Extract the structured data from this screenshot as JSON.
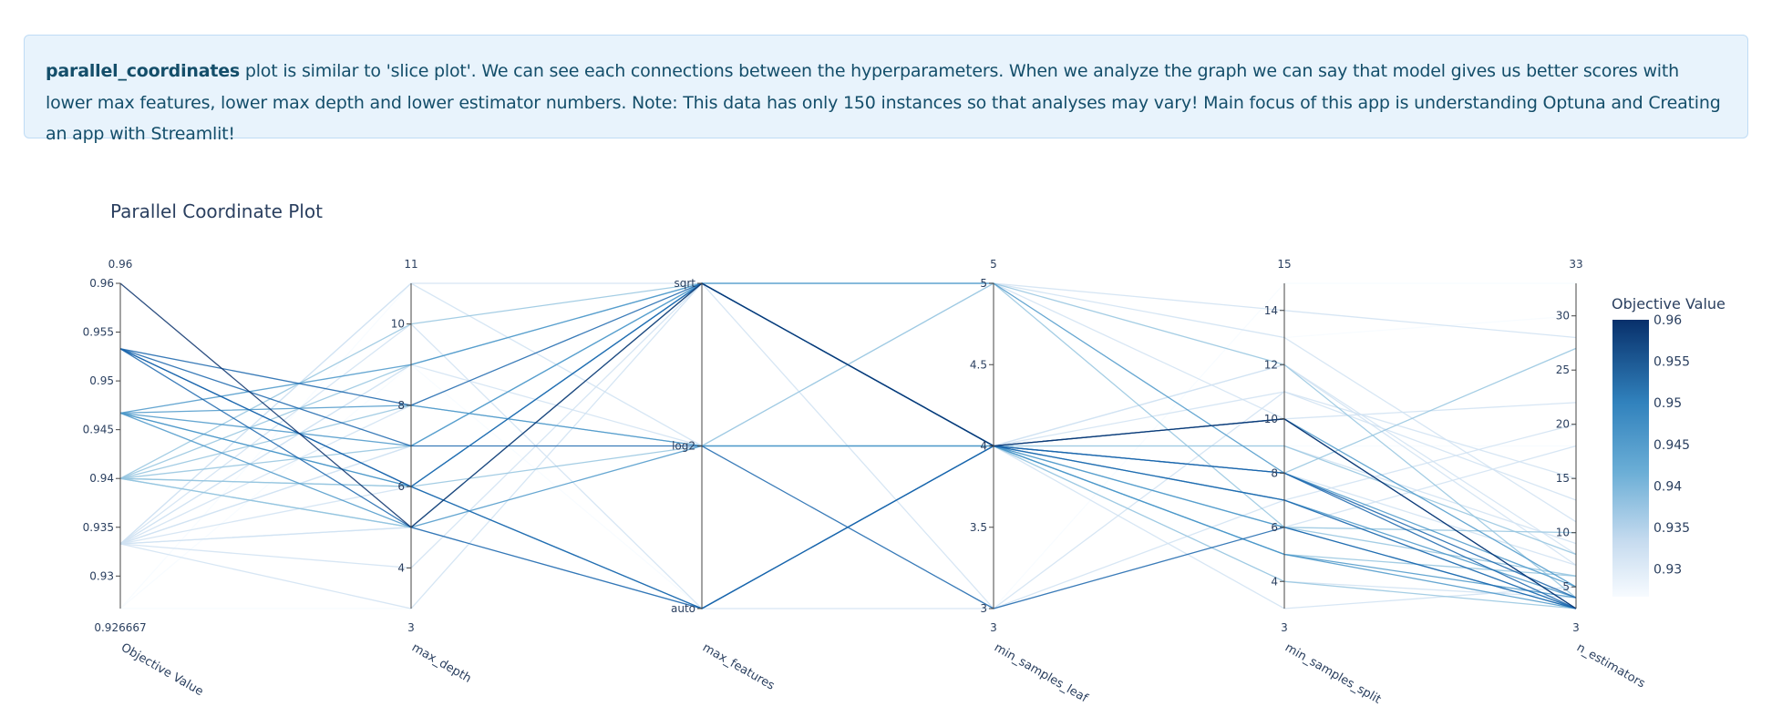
{
  "info": {
    "bold": "parallel_coordinates",
    "text": " plot is similar to 'slice plot'. We can see each connections between the hyperparameters. When we analyze the graph we can say that model gives us better scores with lower max features, lower max depth and lower estimator numbers. Note: This data has only 150 instances so that analyses may vary! Main focus of this app is understanding Optuna and Creating an app with Streamlit!"
  },
  "chart_data": {
    "type": "parallel_coordinates",
    "title": "Parallel Coordinate Plot",
    "colorbar": {
      "title": "Objective Value",
      "ticks": [
        "0.96",
        "0.955",
        "0.95",
        "0.945",
        "0.94",
        "0.935",
        "0.93"
      ],
      "range": [
        0.926667,
        0.96
      ],
      "low_color": "#f7fbff",
      "high_color": "#08306b"
    },
    "dimensions": [
      {
        "label": "Objective Value",
        "min_label": "0.926667",
        "max_label": "0.96",
        "range": [
          0.926667,
          0.96
        ],
        "ticks": [
          {
            "v": 0.93,
            "t": "0.93"
          },
          {
            "v": 0.935,
            "t": "0.935"
          },
          {
            "v": 0.94,
            "t": "0.94"
          },
          {
            "v": 0.945,
            "t": "0.945"
          },
          {
            "v": 0.95,
            "t": "0.95"
          },
          {
            "v": 0.955,
            "t": "0.955"
          },
          {
            "v": 0.96,
            "t": "0.96"
          }
        ]
      },
      {
        "label": "max_depth",
        "min_label": "3",
        "max_label": "11",
        "range": [
          3,
          11
        ],
        "ticks": [
          {
            "v": 4,
            "t": "4"
          },
          {
            "v": 6,
            "t": "6"
          },
          {
            "v": 8,
            "t": "8"
          },
          {
            "v": 10,
            "t": "10"
          }
        ]
      },
      {
        "label": "max_features",
        "min_label": "",
        "max_label": "",
        "range": [
          0,
          2
        ],
        "ticks": [
          {
            "v": 0,
            "t": "auto"
          },
          {
            "v": 1,
            "t": "log2"
          },
          {
            "v": 2,
            "t": "sqrt"
          }
        ]
      },
      {
        "label": "min_samples_leaf",
        "min_label": "3",
        "max_label": "5",
        "range": [
          3,
          5
        ],
        "ticks": [
          {
            "v": 3,
            "t": "3"
          },
          {
            "v": 3.5,
            "t": "3.5"
          },
          {
            "v": 4,
            "t": "4"
          },
          {
            "v": 4.5,
            "t": "4.5"
          },
          {
            "v": 5,
            "t": "5"
          }
        ]
      },
      {
        "label": "min_samples_split",
        "min_label": "3",
        "max_label": "15",
        "range": [
          3,
          15
        ],
        "ticks": [
          {
            "v": 4,
            "t": "4"
          },
          {
            "v": 6,
            "t": "6"
          },
          {
            "v": 8,
            "t": "8"
          },
          {
            "v": 10,
            "t": "10"
          },
          {
            "v": 12,
            "t": "12"
          },
          {
            "v": 14,
            "t": "14"
          }
        ]
      },
      {
        "label": "n_estimators",
        "min_label": "3",
        "max_label": "33",
        "range": [
          3,
          33
        ],
        "ticks": [
          {
            "v": 5,
            "t": "5"
          },
          {
            "v": 10,
            "t": "10"
          },
          {
            "v": 15,
            "t": "15"
          },
          {
            "v": 20,
            "t": "20"
          },
          {
            "v": 25,
            "t": "25"
          },
          {
            "v": 30,
            "t": "30"
          }
        ]
      }
    ],
    "trials": [
      [
        0.96,
        5,
        2,
        4,
        10,
        3
      ],
      [
        0.9533,
        8,
        2,
        4,
        10,
        3
      ],
      [
        0.9533,
        6,
        0,
        4,
        8,
        4
      ],
      [
        0.9533,
        7,
        1,
        3,
        6,
        3
      ],
      [
        0.9533,
        5,
        0,
        4,
        7,
        3
      ],
      [
        0.9533,
        6,
        2,
        4,
        8,
        3
      ],
      [
        0.9467,
        7,
        2,
        4,
        7,
        4
      ],
      [
        0.9467,
        8,
        1,
        4,
        6,
        3
      ],
      [
        0.9467,
        6,
        2,
        5,
        8,
        5
      ],
      [
        0.9467,
        5,
        1,
        4,
        10,
        5
      ],
      [
        0.9467,
        9,
        2,
        4,
        5,
        3
      ],
      [
        0.9467,
        6,
        0,
        4,
        5,
        4
      ],
      [
        0.94,
        5,
        2,
        4,
        8,
        27
      ],
      [
        0.94,
        6,
        1,
        4,
        6,
        6
      ],
      [
        0.94,
        7,
        2,
        5,
        12,
        4
      ],
      [
        0.94,
        10,
        2,
        4,
        9,
        8
      ],
      [
        0.94,
        5,
        2,
        4,
        7,
        3
      ],
      [
        0.94,
        8,
        1,
        5,
        6,
        10
      ],
      [
        0.94,
        9,
        2,
        4,
        4,
        3
      ],
      [
        0.94,
        6,
        2,
        4,
        5,
        6
      ],
      [
        0.9333,
        11,
        1,
        4,
        12,
        7
      ],
      [
        0.9333,
        7,
        2,
        3,
        11,
        15
      ],
      [
        0.9333,
        5,
        0,
        4,
        9,
        9
      ],
      [
        0.9333,
        9,
        2,
        5,
        14,
        28
      ],
      [
        0.9333,
        8,
        1,
        4,
        6,
        18
      ],
      [
        0.9333,
        4,
        2,
        4,
        3,
        5
      ],
      [
        0.9333,
        6,
        2,
        5,
        13,
        11
      ],
      [
        0.9333,
        10,
        0,
        3,
        7,
        20
      ],
      [
        0.9333,
        3,
        2,
        4,
        8,
        7
      ],
      [
        0.9333,
        9,
        1,
        5,
        10,
        22
      ],
      [
        0.9333,
        7,
        2,
        4,
        4,
        4
      ],
      [
        0.9333,
        11,
        2,
        4,
        12,
        8
      ],
      [
        0.9333,
        5,
        0,
        4,
        11,
        13
      ],
      [
        0.926667,
        11,
        1,
        3,
        15,
        33
      ],
      [
        0.926667,
        3,
        2,
        5,
        13,
        30
      ],
      [
        0.926667,
        9,
        0,
        4,
        9,
        18
      ]
    ]
  }
}
